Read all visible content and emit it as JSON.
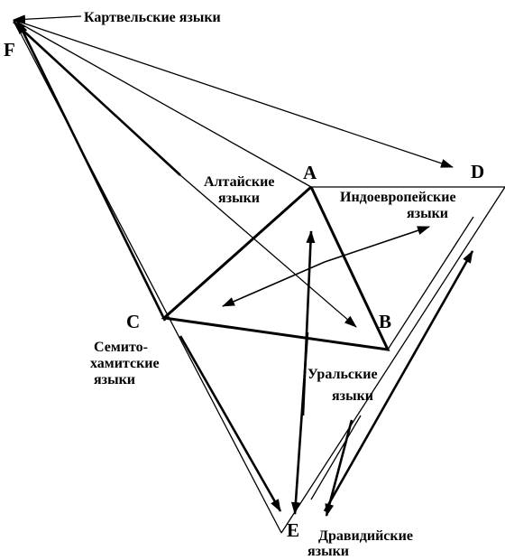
{
  "points": {
    "A": "A",
    "B": "B",
    "C": "C",
    "D": "D",
    "E": "E",
    "F": "F"
  },
  "labels": {
    "kartvelian": "Картвельские языки",
    "altaic": [
      "Алтайские",
      "языки"
    ],
    "indo_european": [
      "Индоевропейские",
      "языки"
    ],
    "semito_hamitic": [
      "Семито-",
      "хамитские",
      "языки"
    ],
    "uralic": [
      "Уральские",
      "языки"
    ],
    "dravidian": [
      "Дравидийские",
      "языки"
    ]
  },
  "colors": {
    "ink": "#000000",
    "background": "#ffffff"
  }
}
